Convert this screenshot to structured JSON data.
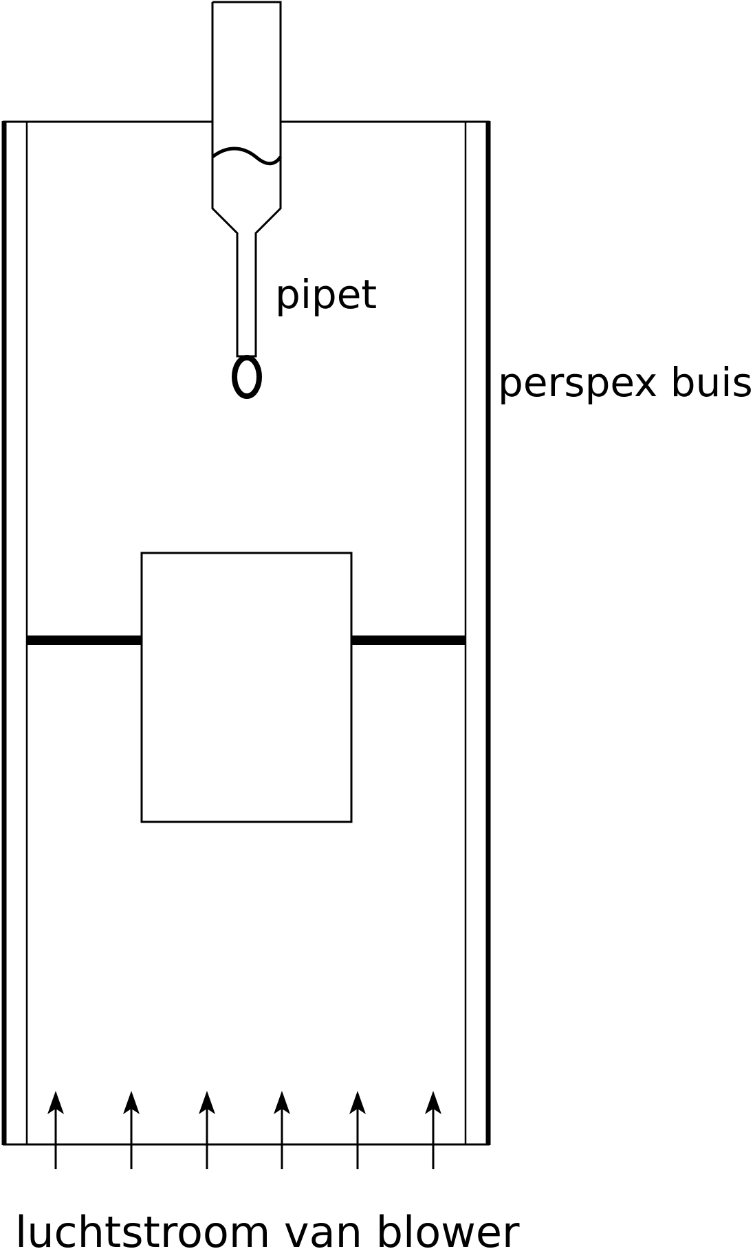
{
  "labels": {
    "pipet": "pipet",
    "perspex_buis": "perspex buis",
    "luchtstroom": "luchtstroom van blower"
  },
  "colors": {
    "line": "#000000",
    "background": "#ffffff"
  }
}
